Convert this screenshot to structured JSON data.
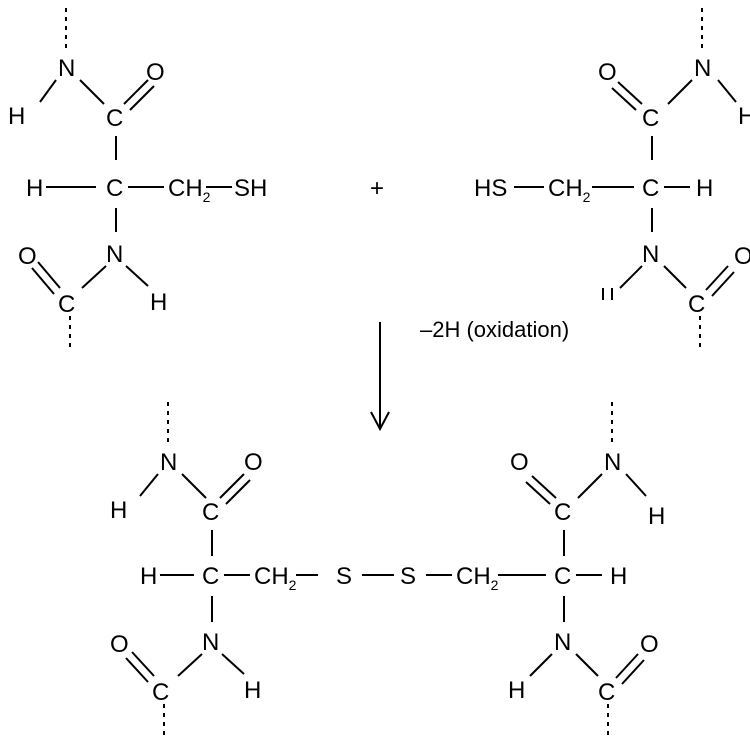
{
  "atoms": {
    "N": "N",
    "O": "O",
    "C": "C",
    "H": "H",
    "CH": "CH",
    "two": "2",
    "SH": "SH",
    "HS": "HS",
    "S": "S"
  },
  "reaction": {
    "plus": "+",
    "condition": "–2H (oxidation)"
  },
  "colors": {
    "ink": "#000000",
    "background": "#ffffff"
  }
}
